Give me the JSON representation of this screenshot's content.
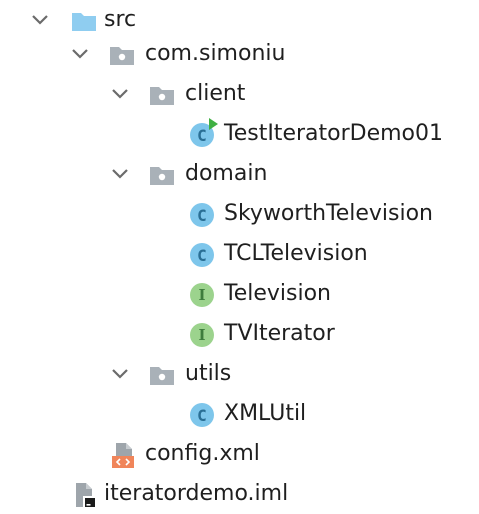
{
  "tree": {
    "src": {
      "label": "src",
      "expanded": true,
      "icon": "source-folder-icon"
    },
    "package_root": {
      "label": "com.simoniu",
      "expanded": true,
      "icon": "package-icon"
    },
    "client": {
      "label": "client",
      "expanded": true,
      "icon": "package-icon",
      "children": [
        {
          "label": "TestIteratorDemo01",
          "kind": "class",
          "icon": "class-runnable-icon"
        }
      ]
    },
    "domain": {
      "label": "domain",
      "expanded": true,
      "icon": "package-icon",
      "children": [
        {
          "label": "SkyworthTelevision",
          "kind": "class",
          "icon": "class-icon"
        },
        {
          "label": "TCLTelevision",
          "kind": "class",
          "icon": "class-icon"
        },
        {
          "label": "Television",
          "kind": "interface",
          "icon": "interface-icon"
        },
        {
          "label": "TVIterator",
          "kind": "interface",
          "icon": "interface-icon"
        }
      ]
    },
    "utils": {
      "label": "utils",
      "expanded": true,
      "icon": "package-icon",
      "children": [
        {
          "label": "XMLUtil",
          "kind": "class",
          "icon": "class-icon"
        }
      ]
    },
    "config": {
      "label": "config.xml",
      "icon": "xml-file-icon"
    },
    "iml": {
      "label": "iteratordemo.iml",
      "icon": "module-file-icon"
    }
  },
  "icon_letters": {
    "class": "C",
    "interface": "I"
  },
  "colors": {
    "folder_blue": "#8fcdf0",
    "package_gray": "#a9b1b8",
    "class_blue": "#7ec6eb",
    "interface_green": "#9cd38d",
    "run_green": "#3fb043",
    "xml_orange": "#f0855a"
  }
}
